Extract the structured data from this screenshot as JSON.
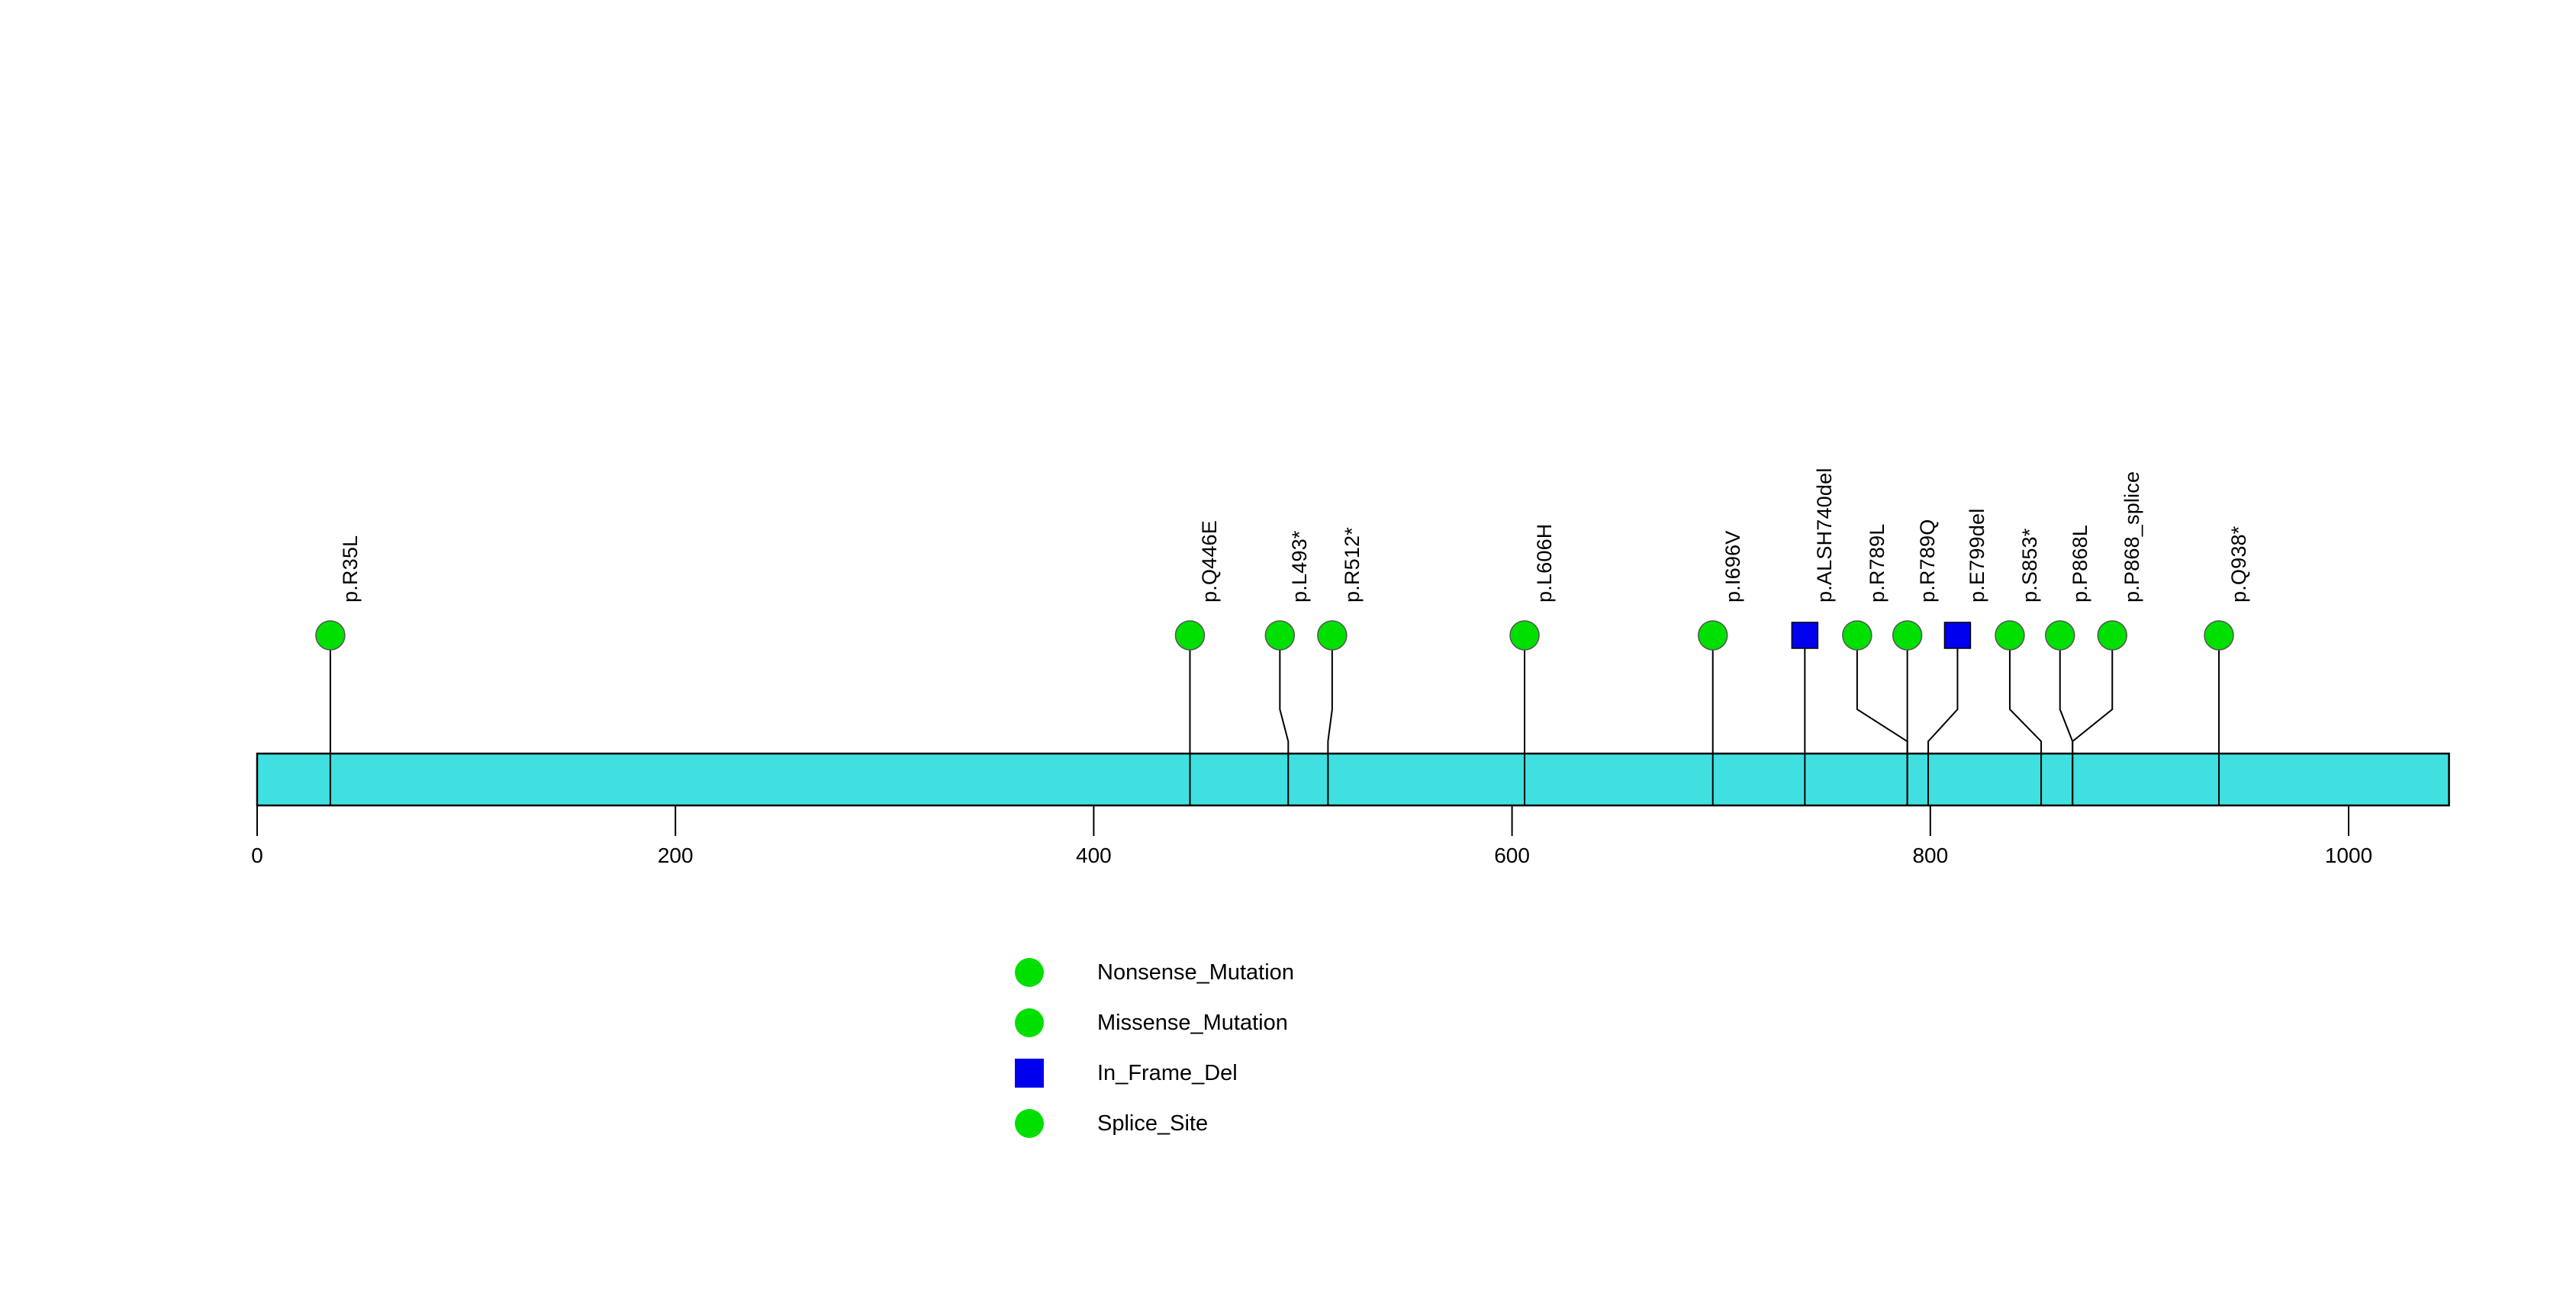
{
  "chart_data": {
    "type": "lollipop",
    "title": "",
    "xlabel": "",
    "ylabel": "",
    "xlim": [
      0,
      1048
    ],
    "axis_ticks": [
      {
        "value": 0,
        "label": "0"
      },
      {
        "value": 200,
        "label": "200"
      },
      {
        "value": 400,
        "label": "400"
      },
      {
        "value": 600,
        "label": "600"
      },
      {
        "value": 800,
        "label": "800"
      },
      {
        "value": 1000,
        "label": "1000"
      }
    ],
    "protein_bar": {
      "start": 0,
      "end": 1048,
      "fill_color": "#40E0E0",
      "stroke_color": "#000000"
    },
    "mutations": [
      {
        "label": "p.R35L",
        "position": 35,
        "head_position": 35,
        "type": "Nonsense_Mutation",
        "shape": "circle",
        "color": "#00E000"
      },
      {
        "label": "p.Q446E",
        "position": 446,
        "head_position": 446,
        "type": "Missense_Mutation",
        "shape": "circle",
        "color": "#00E000"
      },
      {
        "label": "p.L493*",
        "position": 493,
        "head_position": 489,
        "type": "Nonsense_Mutation",
        "shape": "circle",
        "color": "#00E000"
      },
      {
        "label": "p.R512*",
        "position": 512,
        "head_position": 514,
        "type": "Nonsense_Mutation",
        "shape": "circle",
        "color": "#00E000"
      },
      {
        "label": "p.L606H",
        "position": 606,
        "head_position": 606,
        "type": "Missense_Mutation",
        "shape": "circle",
        "color": "#00E000"
      },
      {
        "label": "p.I696V",
        "position": 696,
        "head_position": 696,
        "type": "Missense_Mutation",
        "shape": "circle",
        "color": "#00E000"
      },
      {
        "label": "p.ALSH740del",
        "position": 740,
        "head_position": 740,
        "type": "In_Frame_Del",
        "shape": "square",
        "color": "#0000EE"
      },
      {
        "label": "p.R789L",
        "position": 789,
        "head_position": 765,
        "type": "Missense_Mutation",
        "shape": "circle",
        "color": "#00E000"
      },
      {
        "label": "p.R789Q",
        "position": 789,
        "head_position": 789,
        "type": "Missense_Mutation",
        "shape": "circle",
        "color": "#00E000"
      },
      {
        "label": "p.E799del",
        "position": 799,
        "head_position": 813,
        "type": "In_Frame_Del",
        "shape": "square",
        "color": "#0000EE"
      },
      {
        "label": "p.S853*",
        "position": 853,
        "head_position": 838,
        "type": "Nonsense_Mutation",
        "shape": "circle",
        "color": "#00E000"
      },
      {
        "label": "p.P868L",
        "position": 868,
        "head_position": 862,
        "type": "Missense_Mutation",
        "shape": "circle",
        "color": "#00E000"
      },
      {
        "label": "p.P868_splice",
        "position": 868,
        "head_position": 887,
        "type": "Splice_Site",
        "shape": "circle",
        "color": "#00E000"
      },
      {
        "label": "p.Q938*",
        "position": 938,
        "head_position": 938,
        "type": "Nonsense_Mutation",
        "shape": "circle",
        "color": "#00E000"
      }
    ],
    "legend": {
      "position": "bottom-center",
      "entries": [
        {
          "label": "Nonsense_Mutation",
          "shape": "circle",
          "color": "#00E000"
        },
        {
          "label": "Missense_Mutation",
          "shape": "circle",
          "color": "#00E000"
        },
        {
          "label": "In_Frame_Del",
          "shape": "square",
          "color": "#0000EE"
        },
        {
          "label": "Splice_Site",
          "shape": "circle",
          "color": "#00E000"
        }
      ]
    }
  }
}
